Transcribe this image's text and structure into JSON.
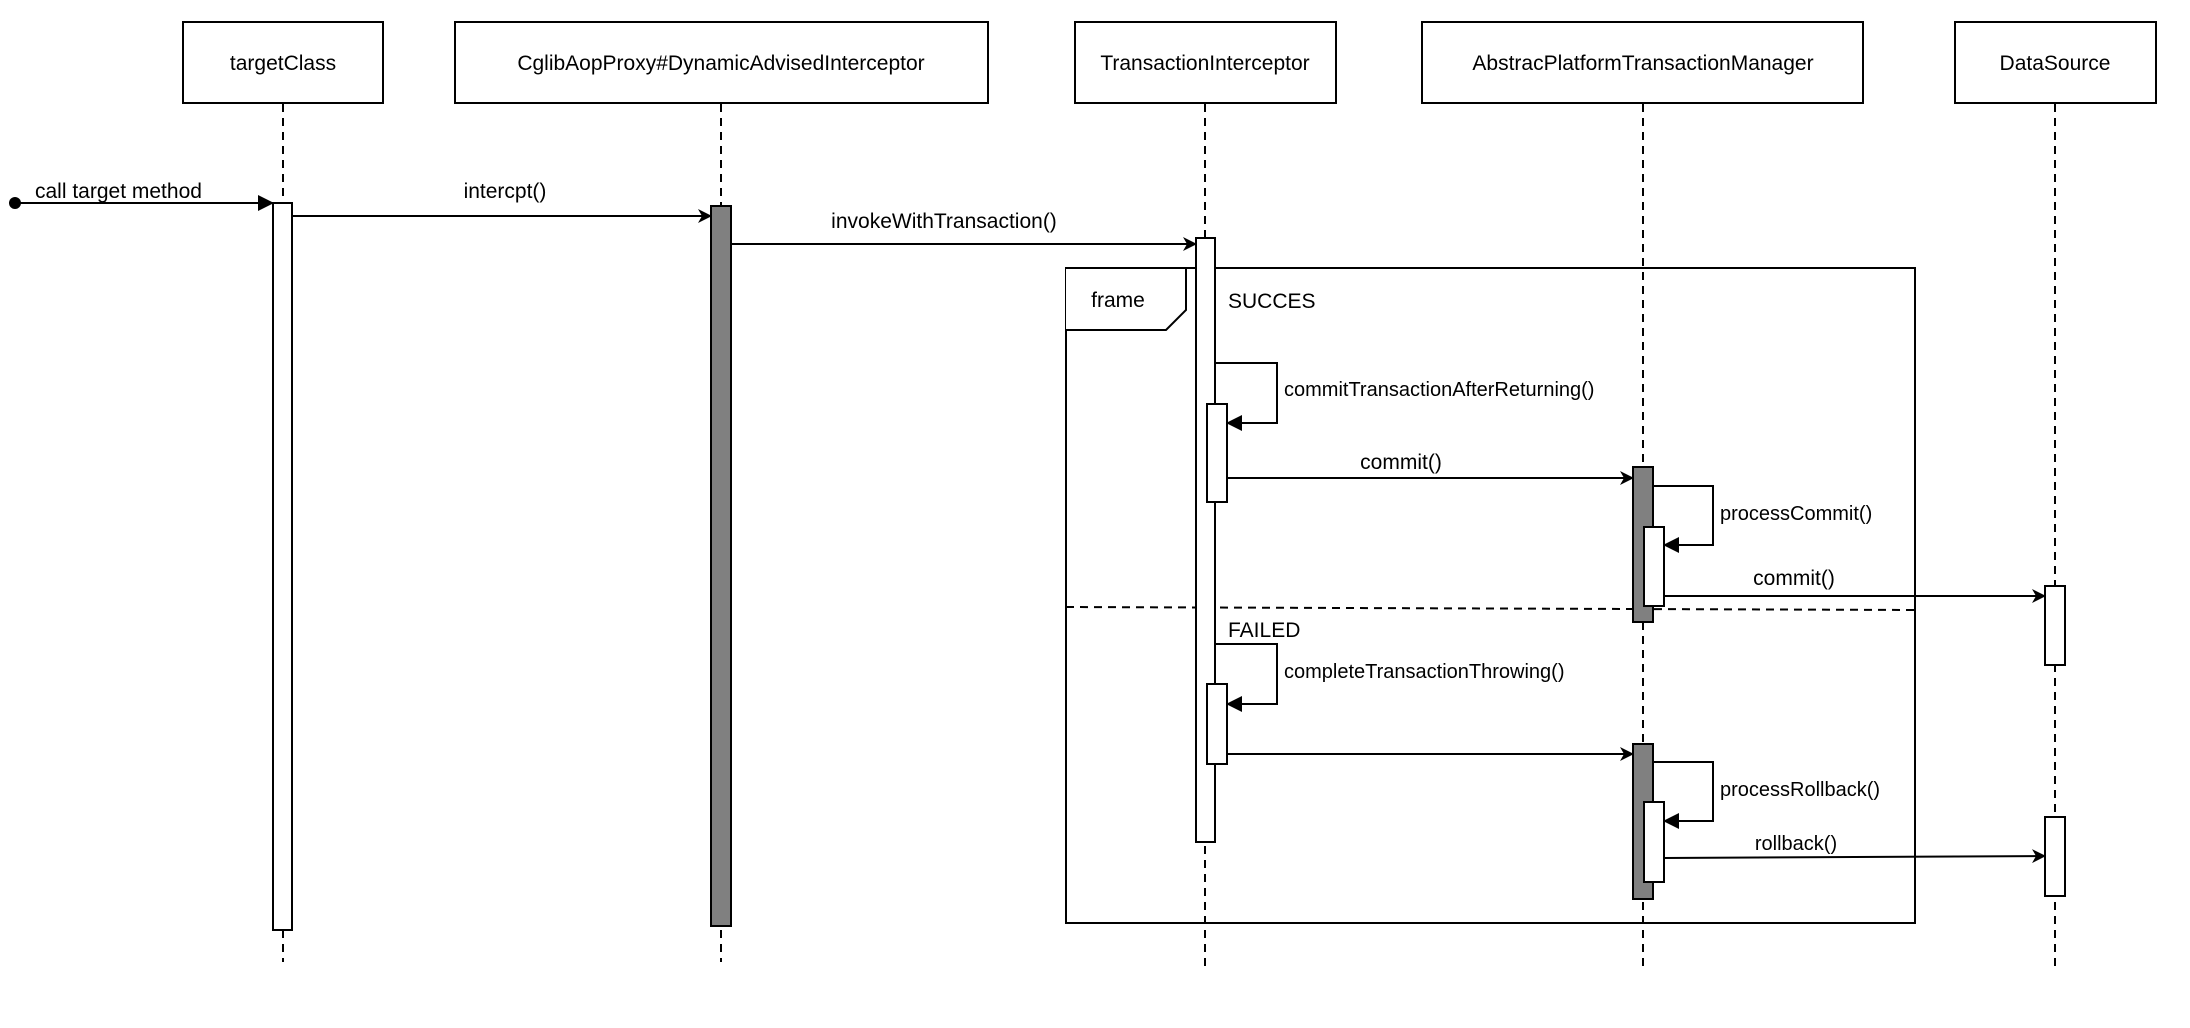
{
  "diagram": {
    "type": "sequence",
    "colors": {
      "line": "#000000",
      "background": "#ffffff",
      "activation_plain": "#ffffff",
      "activation_highlight": "#808080"
    },
    "participants": [
      {
        "id": "targetClass",
        "label": "targetClass"
      },
      {
        "id": "proxy",
        "label": "CglibAopProxy#DynamicAdvisedInterceptor"
      },
      {
        "id": "txInterceptor",
        "label": "TransactionInterceptor"
      },
      {
        "id": "txManager",
        "label": "AbstracPlatformTransactionManager"
      },
      {
        "id": "dataSource",
        "label": "DataSource"
      }
    ],
    "messages": [
      {
        "id": "m0",
        "from": "external",
        "to": "targetClass",
        "label": "call target method",
        "kind": "found"
      },
      {
        "id": "m1",
        "from": "targetClass",
        "to": "proxy",
        "label": "intercpt()",
        "kind": "call"
      },
      {
        "id": "m2",
        "from": "proxy",
        "to": "txInterceptor",
        "label": "invokeWithTransaction()",
        "kind": "call"
      },
      {
        "id": "m3",
        "from": "txInterceptor",
        "to": "txInterceptor",
        "label": "commitTransactionAfterReturning()",
        "kind": "self",
        "fragment": "SUCCES"
      },
      {
        "id": "m4",
        "from": "txInterceptor",
        "to": "txManager",
        "label": "commit()",
        "kind": "call",
        "fragment": "SUCCES"
      },
      {
        "id": "m5",
        "from": "txManager",
        "to": "txManager",
        "label": "processCommit()",
        "kind": "self",
        "fragment": "SUCCES"
      },
      {
        "id": "m6",
        "from": "txManager",
        "to": "dataSource",
        "label": "commit()",
        "kind": "call",
        "fragment": "SUCCES"
      },
      {
        "id": "m7",
        "from": "txInterceptor",
        "to": "txInterceptor",
        "label": "completeTransactionThrowing()",
        "kind": "self",
        "fragment": "FAILED"
      },
      {
        "id": "m8",
        "from": "txInterceptor",
        "to": "txManager",
        "label": "",
        "kind": "call",
        "fragment": "FAILED"
      },
      {
        "id": "m9",
        "from": "txManager",
        "to": "txManager",
        "label": "processRollback()",
        "kind": "self",
        "fragment": "FAILED"
      },
      {
        "id": "m10",
        "from": "txManager",
        "to": "dataSource",
        "label": "rollback()",
        "kind": "call",
        "fragment": "FAILED"
      }
    ],
    "frame": {
      "tag": "frame",
      "operands": [
        {
          "guard": "SUCCES"
        },
        {
          "guard": "FAILED"
        }
      ]
    }
  }
}
